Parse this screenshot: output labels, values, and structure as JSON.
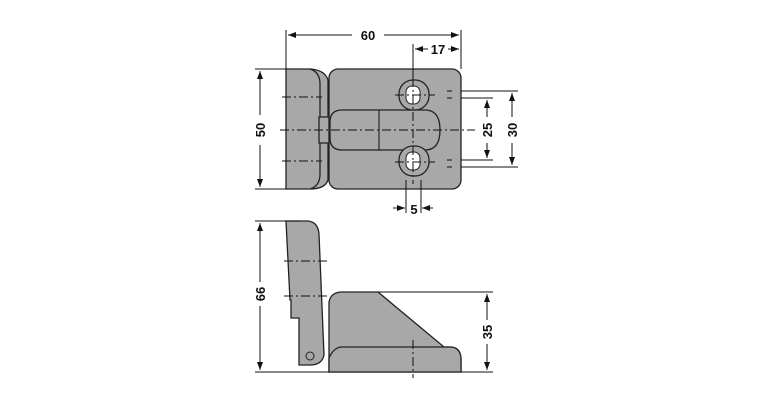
{
  "drawing": {
    "top_view": {
      "dimensions": {
        "overall_width": "60",
        "hole_offset": "17",
        "height": "50",
        "hole_spacing": "25",
        "slot_span": "30",
        "slot_width": "5"
      }
    },
    "side_view": {
      "dimensions": {
        "overall_height": "66",
        "body_height": "35"
      }
    },
    "colors": {
      "part_fill": "#a8a8a8",
      "line": "#111111"
    }
  }
}
